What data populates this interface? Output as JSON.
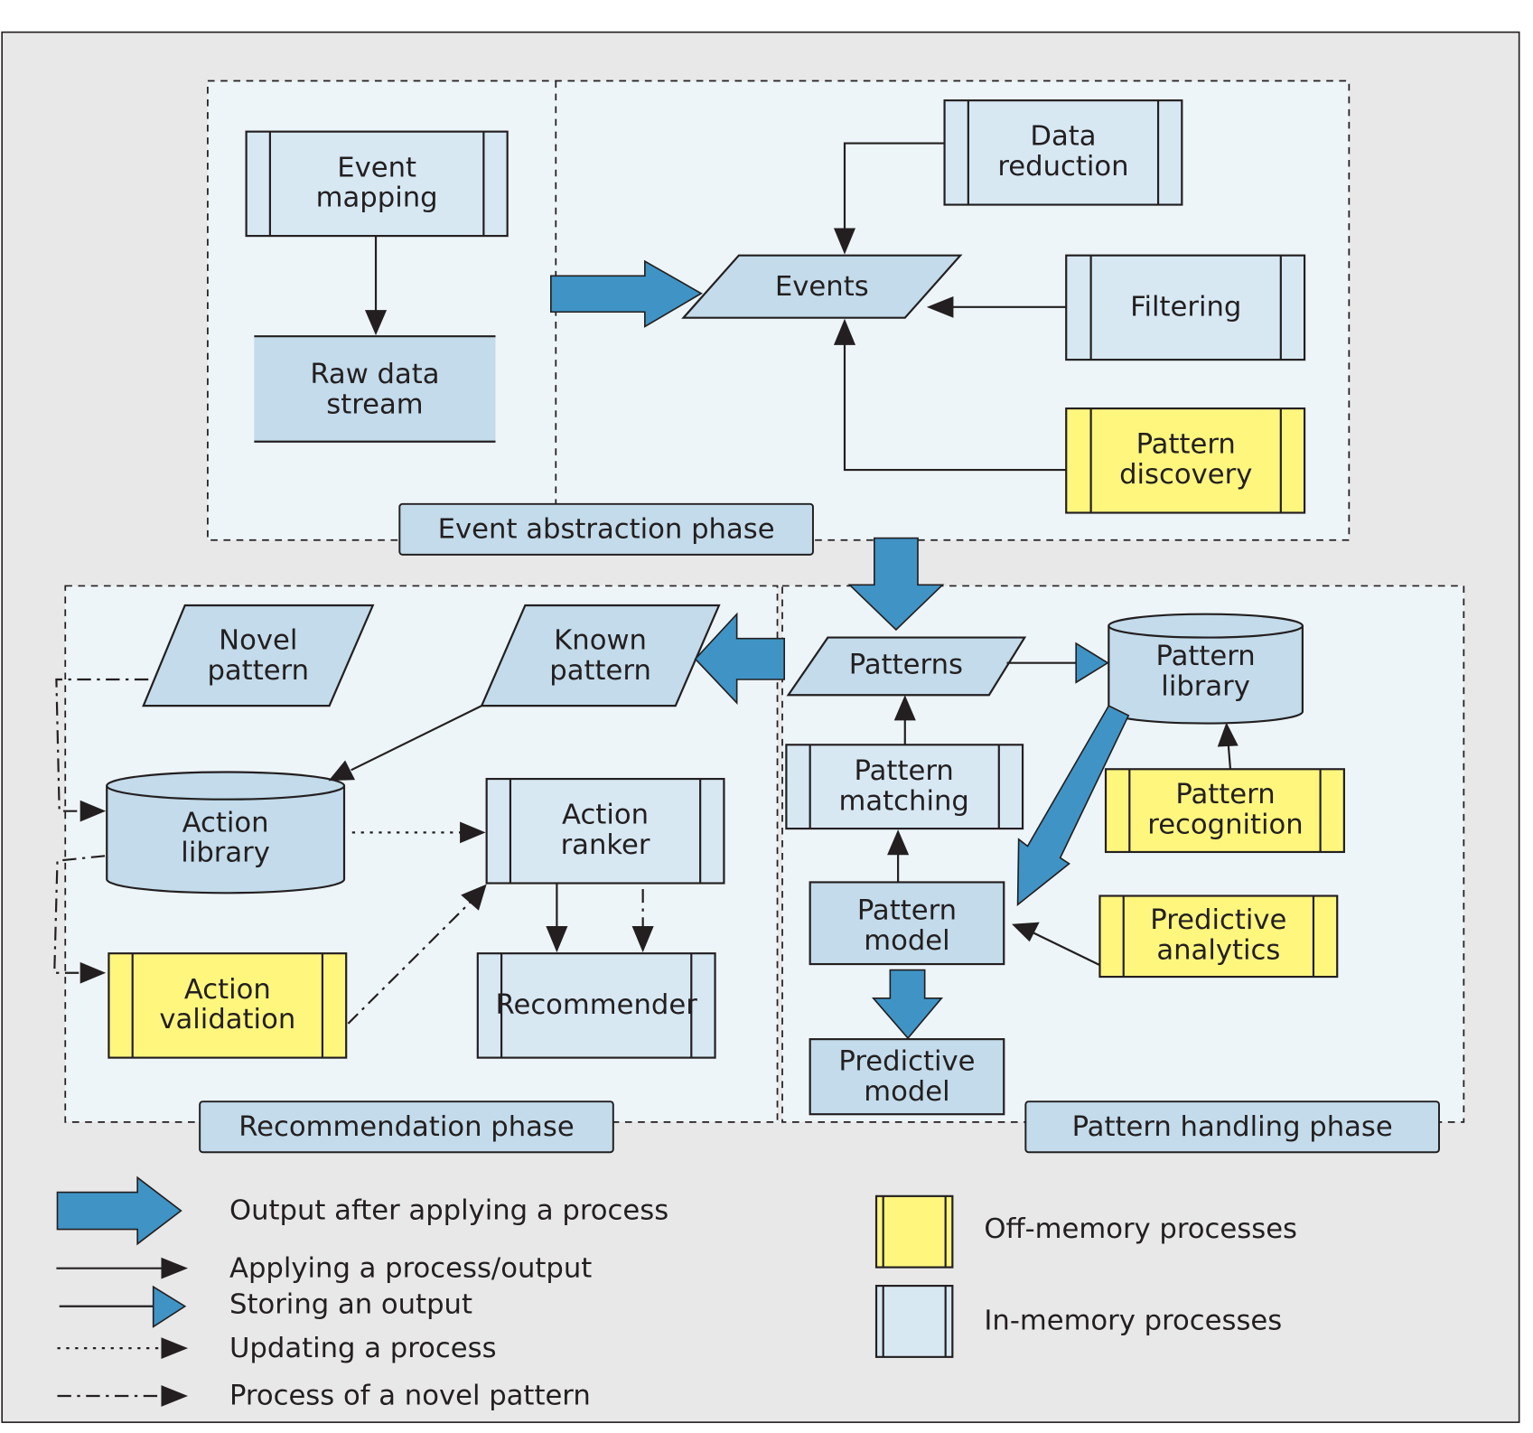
{
  "diagram": {
    "phases": {
      "event_abstraction": "Event abstraction phase",
      "recommendation": "Recommendation phase",
      "pattern_handling": "Pattern handling phase"
    },
    "nodes": {
      "event_mapping": [
        "Event",
        "mapping"
      ],
      "raw_data_stream": [
        "Raw data",
        "stream"
      ],
      "data_reduction": [
        "Data",
        "reduction"
      ],
      "events": [
        "Events"
      ],
      "filtering": [
        "Filtering"
      ],
      "pattern_discovery": [
        "Pattern",
        "discovery"
      ],
      "novel_pattern": [
        "Novel",
        "pattern"
      ],
      "known_pattern": [
        "Known",
        "pattern"
      ],
      "action_library": [
        "Action",
        "library"
      ],
      "action_ranker": [
        "Action",
        "ranker"
      ],
      "action_validation": [
        "Action",
        "validation"
      ],
      "recommender": [
        "Recommender"
      ],
      "patterns": [
        "Patterns"
      ],
      "pattern_library": [
        "Pattern",
        "library"
      ],
      "pattern_matching": [
        "Pattern",
        "matching"
      ],
      "pattern_recognition": [
        "Pattern",
        "recognition"
      ],
      "pattern_model": [
        "Pattern",
        "model"
      ],
      "predictive_analytics": [
        "Predictive",
        "analytics"
      ],
      "predictive_model": [
        "Predictive",
        "model"
      ]
    },
    "legend": {
      "arrows": [
        "Output after applying a process",
        "Applying a process/output",
        "Storing an output",
        "Updating a process",
        "Process of a novel pattern"
      ],
      "boxes": [
        "Off-memory processes",
        "In-memory processes"
      ]
    },
    "colors": {
      "off_memory": "#fff67e",
      "in_memory": "#d7e8f3",
      "data": "#c3dbea",
      "output_arrow": "#3f94c5",
      "background": "#e8e8e8"
    }
  }
}
